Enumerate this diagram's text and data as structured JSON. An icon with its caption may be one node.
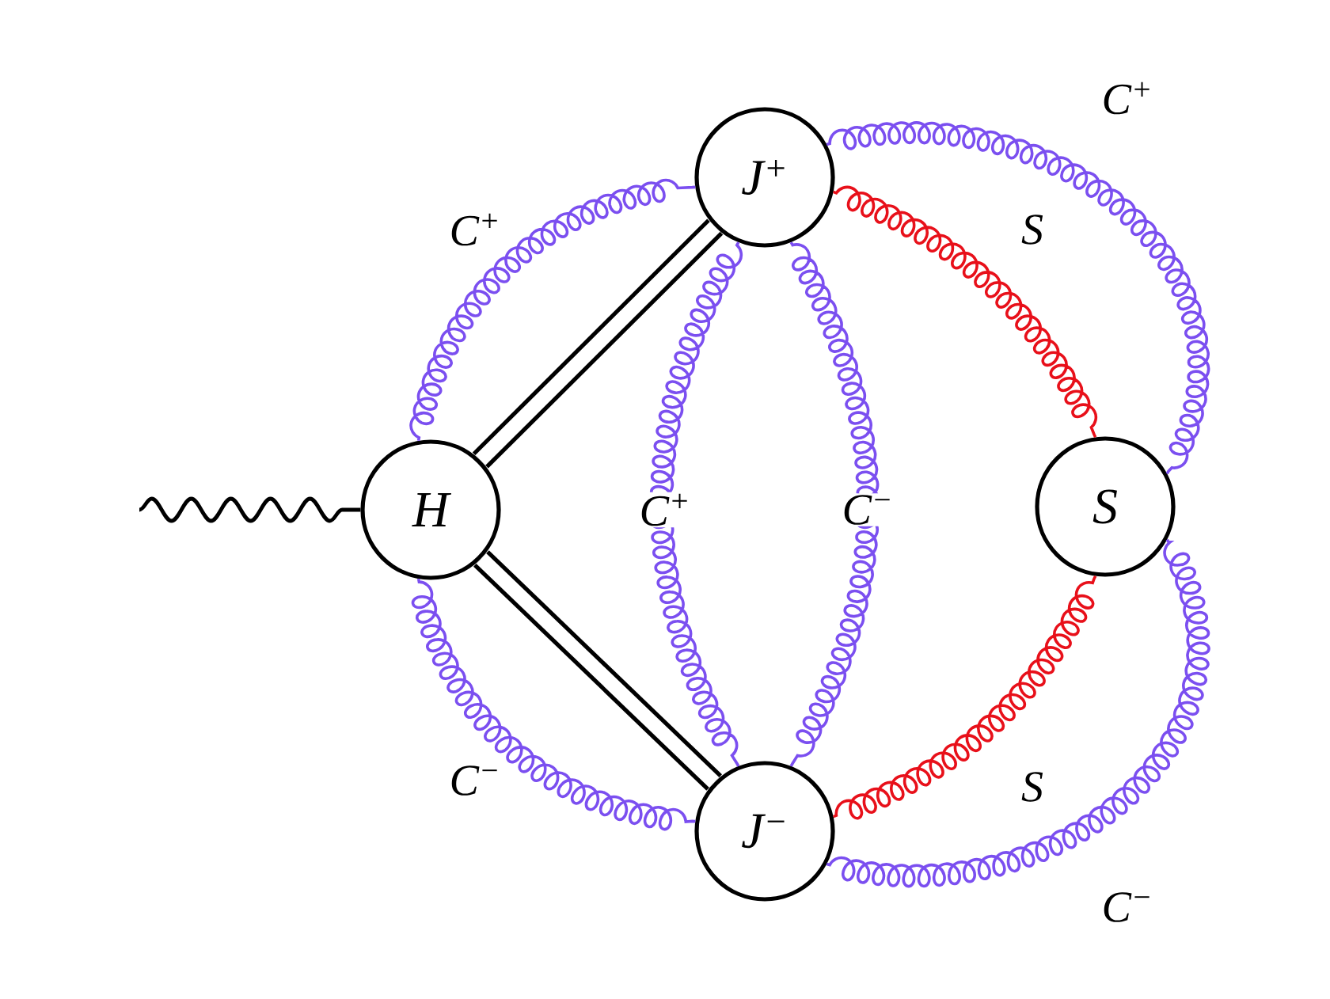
{
  "diagram": {
    "nodes": [
      {
        "text": [
          "H"
        ]
      },
      {
        "text": [
          "J$^{+}$"
        ]
      },
      {
        "text": [
          "J$^{−}$"
        ]
      },
      {
        "text": [
          "S"
        ]
      }
    ],
    "edges": [
      {
        "from": null,
        "to": 0,
        "arrow": "none",
        "color": "#000000"
      },
      {
        "from": 0,
        "to": 1,
        "arrow": "none",
        "style": "thick",
        "color": "#000000"
      },
      {
        "from": 0,
        "to": 2,
        "arrow": "none",
        "style": "thick",
        "color": "#000000"
      },
      {
        "from": 0,
        "to": 1,
        "arrow": "none",
        "label": "C$^{+}$"
      },
      {
        "from": 0,
        "to": 2,
        "arrow": "none",
        "label": "C$^{−}$"
      },
      {
        "from": 1,
        "to": 2,
        "arrow": "none",
        "label": "C$^{+}$"
      },
      {
        "from": 1,
        "to": 2,
        "arrow": "none",
        "label": "C$^{−}$"
      },
      {
        "from": 1,
        "to": 3,
        "arrow": "none",
        "label": "S",
        "color": "#e8101a"
      },
      {
        "from": 2,
        "to": 3,
        "arrow": "none",
        "label": "S",
        "color": "#e8101a"
      },
      {
        "from": 1,
        "to": 3,
        "arrow": "none",
        "label": "C$^{+}$"
      },
      {
        "from": 2,
        "to": 3,
        "arrow": "none",
        "label": "C$^{−}$"
      }
    ]
  }
}
